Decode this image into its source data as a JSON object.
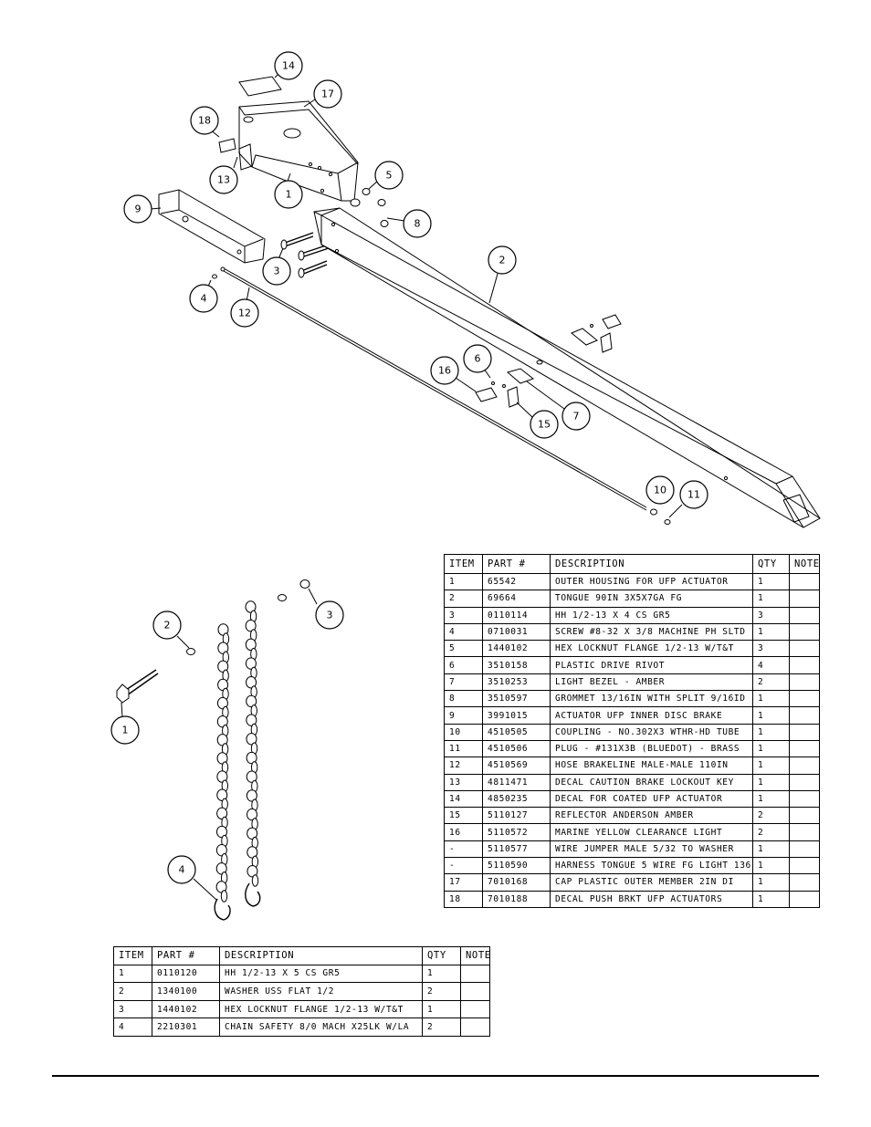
{
  "main_table": {
    "headers": [
      "ITEM",
      "PART #",
      "DESCRIPTION",
      "QTY",
      "NOTE"
    ],
    "rows": [
      {
        "item": "1",
        "part": "65542",
        "description": "OUTER HOUSING FOR UFP ACTUATOR",
        "qty": "1",
        "note": ""
      },
      {
        "item": "2",
        "part": "69664",
        "description": "TONGUE 90IN 3X5X7GA FG",
        "qty": "1",
        "note": ""
      },
      {
        "item": "3",
        "part": "0110114",
        "description": "HH 1/2-13 X 4 CS GR5",
        "qty": "3",
        "note": ""
      },
      {
        "item": "4",
        "part": "0710031",
        "description": "SCREW #8-32 X 3/8 MACHINE PH SLTD",
        "qty": "1",
        "note": ""
      },
      {
        "item": "5",
        "part": "1440102",
        "description": "HEX LOCKNUT FLANGE 1/2-13 W/T&T",
        "qty": "3",
        "note": ""
      },
      {
        "item": "6",
        "part": "3510158",
        "description": "PLASTIC DRIVE RIVOT",
        "qty": "4",
        "note": ""
      },
      {
        "item": "7",
        "part": "3510253",
        "description": "LIGHT BEZEL - AMBER",
        "qty": "2",
        "note": ""
      },
      {
        "item": "8",
        "part": "3510597",
        "description": "GROMMET 13/16IN  WITH SPLIT 9/16ID",
        "qty": "1",
        "note": ""
      },
      {
        "item": "9",
        "part": "3991015",
        "description": "ACTUATOR UFP INNER  DISC BRAKE",
        "qty": "1",
        "note": ""
      },
      {
        "item": "10",
        "part": "4510505",
        "description": "COUPLING - NO.302X3 WTHR-HD TUBE",
        "qty": "1",
        "note": ""
      },
      {
        "item": "11",
        "part": "4510506",
        "description": "PLUG - #131X3B (BLUEDOT) - BRASS",
        "qty": "1",
        "note": ""
      },
      {
        "item": "12",
        "part": "4510569",
        "description": "HOSE BRAKELINE MALE-MALE 110IN",
        "qty": "1",
        "note": ""
      },
      {
        "item": "13",
        "part": "4811471",
        "description": "DECAL CAUTION BRAKE LOCKOUT KEY",
        "qty": "1",
        "note": ""
      },
      {
        "item": "14",
        "part": "4850235",
        "description": "DECAL FOR COATED UFP ACTUATOR",
        "qty": "1",
        "note": ""
      },
      {
        "item": "15",
        "part": "5110127",
        "description": "REFLECTOR ANDERSON AMBER",
        "qty": "2",
        "note": ""
      },
      {
        "item": "16",
        "part": "5110572",
        "description": "MARINE YELLOW CLEARANCE LIGHT",
        "qty": "2",
        "note": ""
      },
      {
        "item": "-",
        "part": "5110577",
        "description": "WIRE JUMPER MALE 5/32 TO WASHER",
        "qty": "1",
        "note": ""
      },
      {
        "item": "-",
        "part": "5110590",
        "description": "HARNESS TONGUE 5 WIRE FG LIGHT 136",
        "qty": "1",
        "note": ""
      },
      {
        "item": "17",
        "part": "7010168",
        "description": "CAP  PLASTIC OUTER MEMBER 2IN DI",
        "qty": "1",
        "note": ""
      },
      {
        "item": "18",
        "part": "7010188",
        "description": "DECAL PUSH BRKT UFP ACTUATORS",
        "qty": "1",
        "note": ""
      }
    ]
  },
  "chain_table": {
    "headers": [
      "ITEM",
      "PART #",
      "DESCRIPTION",
      "QTY",
      "NOTE"
    ],
    "rows": [
      {
        "item": "1",
        "part": "0110120",
        "description": "HH 1/2-13 X 5 CS GR5",
        "qty": "1",
        "note": ""
      },
      {
        "item": "2",
        "part": "1340100",
        "description": "WASHER USS FLAT 1/2",
        "qty": "2",
        "note": ""
      },
      {
        "item": "3",
        "part": "1440102",
        "description": "HEX LOCKNUT FLANGE 1/2-13 W/T&T",
        "qty": "1",
        "note": ""
      },
      {
        "item": "4",
        "part": "2210301",
        "description": "CHAIN SAFETY 8/0 MACH X25LK W/LA",
        "qty": "2",
        "note": ""
      }
    ]
  },
  "upper_callouts": [
    "14",
    "17",
    "18",
    "13",
    "1",
    "5",
    "8",
    "9",
    "3",
    "2",
    "4",
    "12",
    "6",
    "16",
    "7",
    "15",
    "10",
    "11"
  ],
  "lower_callouts": [
    "2",
    "3",
    "1",
    "4"
  ]
}
